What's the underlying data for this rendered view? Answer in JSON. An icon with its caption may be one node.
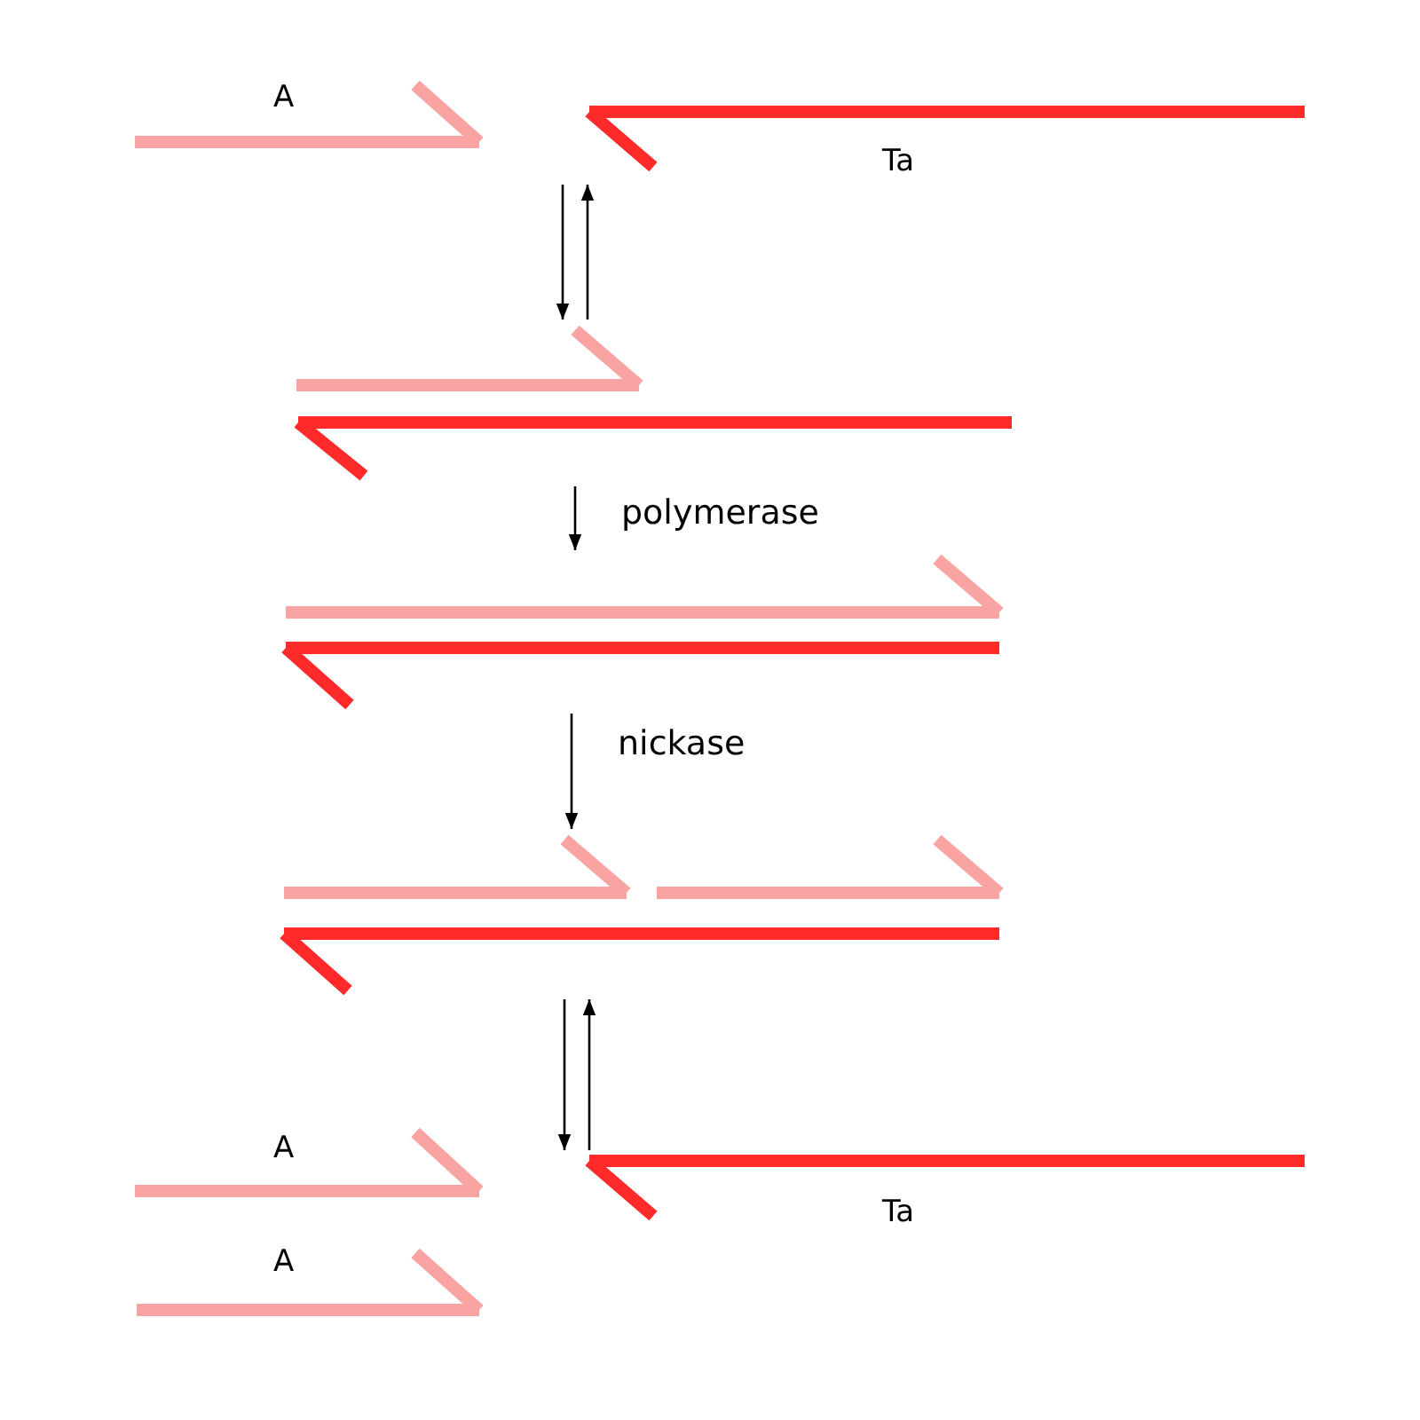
{
  "diagram": {
    "nodes": [
      {
        "text": [
          "A"
        ]
      },
      {
        "text": [
          "Ta"
        ]
      },
      {
        "text": [],
        "shape": "bar"
      },
      {
        "text": [],
        "shape": "bar"
      },
      {
        "text": [],
        "shape": "bar"
      },
      {
        "text": [],
        "shape": "bar"
      },
      {
        "text": [],
        "shape": "bar"
      },
      {
        "text": [],
        "shape": "bar"
      },
      {
        "text": [],
        "shape": "bar"
      },
      {
        "text": [
          "A"
        ]
      },
      {
        "text": [
          "Ta"
        ]
      },
      {
        "text": [
          "A"
        ]
      }
    ],
    "edges": [
      {
        "from": 1,
        "to": 2,
        "arrow": "to"
      },
      {
        "from": 2,
        "to": 1,
        "arrow": "to"
      },
      {
        "from": 3,
        "to": 4,
        "arrow": "to",
        "label": "polymerase"
      },
      {
        "from": 5,
        "to": 6,
        "arrow": "to",
        "label": "nickase"
      },
      {
        "from": 8,
        "to": 10,
        "arrow": "to"
      },
      {
        "from": 10,
        "to": 8,
        "arrow": "to"
      }
    ]
  }
}
